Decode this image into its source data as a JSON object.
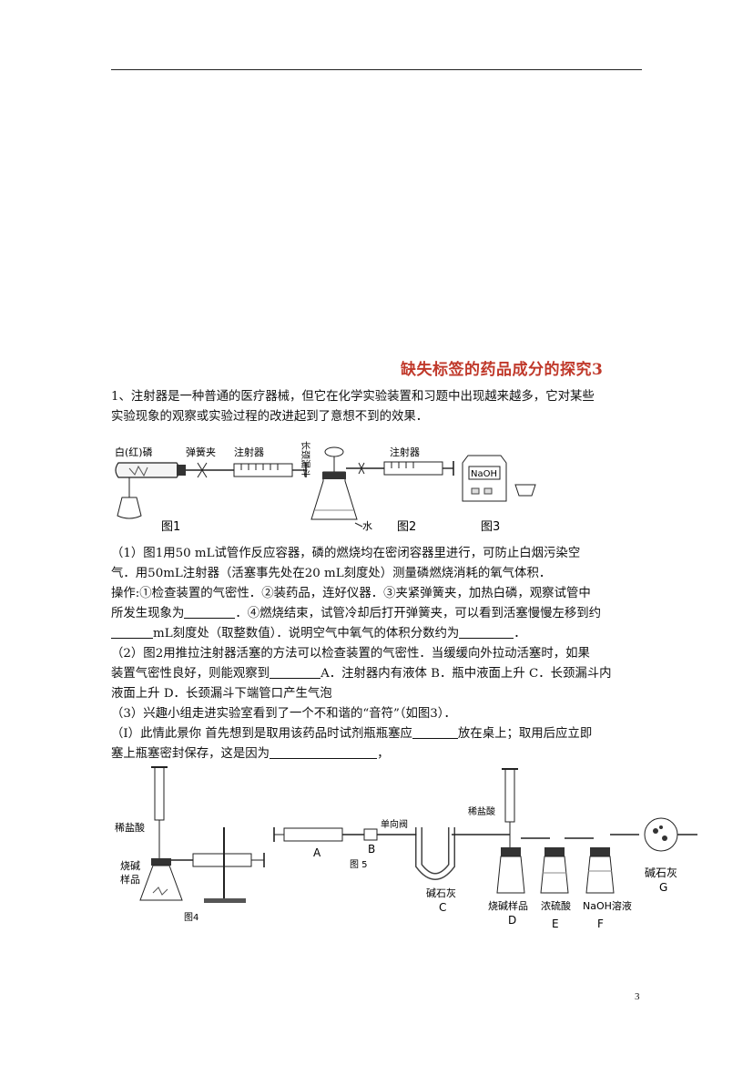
{
  "title": "缺失标签的药品成分的探究3",
  "q1": {
    "intro_l1": "1、注射器是一种普通的医疗器械，但它在化学实验装置和习题中出现越来越多，它对某些",
    "intro_l2": "实验现象的观察或实验过程的改进起到了意想不到的效果．",
    "p1_l1": "（1）图1用50  mL试管作反应容器，磷的燃烧均在密闭容器里进行，可防止白烟污染空",
    "p1_l2": "气．用50mL注射器（活塞事先处在20  mL刻度处）测量磷燃烧消耗的氧气体积．",
    "p1_l3": "操作:①检查装置的气密性．②装药品，连好仪器．③夹紧弹簧夹，加热白磷，观察试管中",
    "p1_l4a": "所发生现象为",
    "p1_l4b": "．④燃烧结束，试管冷却后打开弹簧夹，可以看到活塞慢慢左移到约",
    "p1_l5a": "mL刻度处（取整数值）．说明空气中氧气的体积分数约为",
    "p1_l5b": "．",
    "p2_l1": "（2）图2用推拉注射器活塞的方法可以检查装置的气密性．当缓缓向外拉动活塞时，如果",
    "p2_l2a": "装置气密性良好，则能观察到",
    "p2_l2b": "A．注射器内有液体 B．瓶中液面上升 C．长颈漏斗内",
    "p2_l3": "液面上升 D．长颈漏斗下端管口产生气泡",
    "p3": "（3）兴趣小组走进实验室看到了一个不和谐的“音符”（如图3）．",
    "p4_l1a": "（I）此情此景你 首先想到是取用该药品时试剂瓶瓶塞应",
    "p4_l1b": "放在桌上；取用后应立即",
    "p4_l2a": "塞上瓶塞密封保存，这是因为",
    "p4_l2b": "，"
  },
  "fig_top": {
    "fig1_label": "图1",
    "fig2_label": "图2",
    "fig3_label": "图3",
    "white_red_phosphorus": "白(红)磷",
    "spring_clip": "弹簧夹",
    "syringe_1": "注射器",
    "syringe_2": "注射器",
    "long_funnel": "长颈漏斗",
    "water": "水",
    "naoh_label": "NaOH"
  },
  "fig_bottom": {
    "fig4_label": "图4",
    "fig5_label": "图 5",
    "dilute_hcl_1": "稀盐酸",
    "caustic_soda_sample_1a": "烧碱",
    "caustic_soda_sample_1b": "样品",
    "one_way_valve": "单向阀",
    "dilute_hcl_2": "稀盐酸",
    "soda_lime_c": "碱石灰",
    "letter_a": "A",
    "letter_b": "B",
    "letter_c": "C",
    "caustic_soda_sample_d": "烧碱样品",
    "letter_d": "D",
    "conc_sulfuric": "浓硫酸",
    "letter_e": "E",
    "naoh_solution": "NaOH溶液",
    "letter_f": "F",
    "soda_lime_g": "碱石灰",
    "letter_g": "G"
  },
  "page_number": "3"
}
